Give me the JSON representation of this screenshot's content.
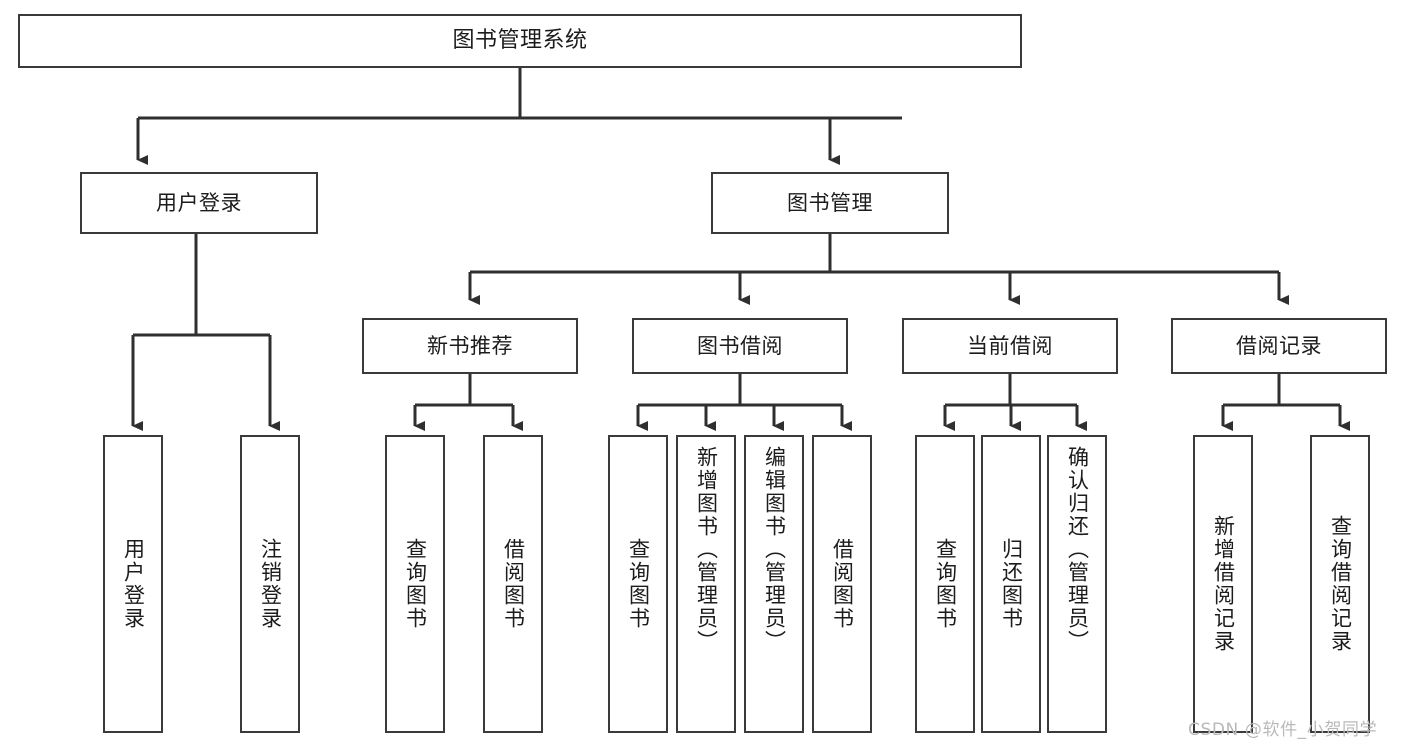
{
  "diagram": {
    "type": "tree-hierarchy",
    "title": "图书管理系统",
    "watermark": "CSDN @软件_小贺同学",
    "colors": {
      "background": "#ffffff",
      "node_border": "#3a3a3a",
      "node_fill": "#ffffff",
      "edge": "#2f2f2f",
      "text": "#1c1c1c",
      "watermark": "#b9b9b9"
    },
    "root": {
      "label": "图书管理系统"
    },
    "level2": [
      {
        "label": "用户登录"
      },
      {
        "label": "图书管理"
      }
    ],
    "level3": [
      {
        "label": "新书推荐"
      },
      {
        "label": "图书借阅"
      },
      {
        "label": "当前借阅"
      },
      {
        "label": "借阅记录"
      }
    ],
    "leaves": {
      "user_login": [
        {
          "label": "用户登录"
        },
        {
          "label": "注销登录"
        }
      ],
      "new_book_recommend": [
        {
          "label": "查询图书"
        },
        {
          "label": "借阅图书"
        }
      ],
      "book_borrow": [
        {
          "label": "查询图书"
        },
        {
          "label": "新增图书（管理员）"
        },
        {
          "label": "编辑图书（管理员）"
        },
        {
          "label": "借阅图书"
        }
      ],
      "current_borrow": [
        {
          "label": "查询图书"
        },
        {
          "label": "归还图书"
        },
        {
          "label": "确认归还（管理员）"
        }
      ],
      "borrow_record": [
        {
          "label": "新增借阅记录"
        },
        {
          "label": "查询借阅记录"
        }
      ]
    }
  }
}
